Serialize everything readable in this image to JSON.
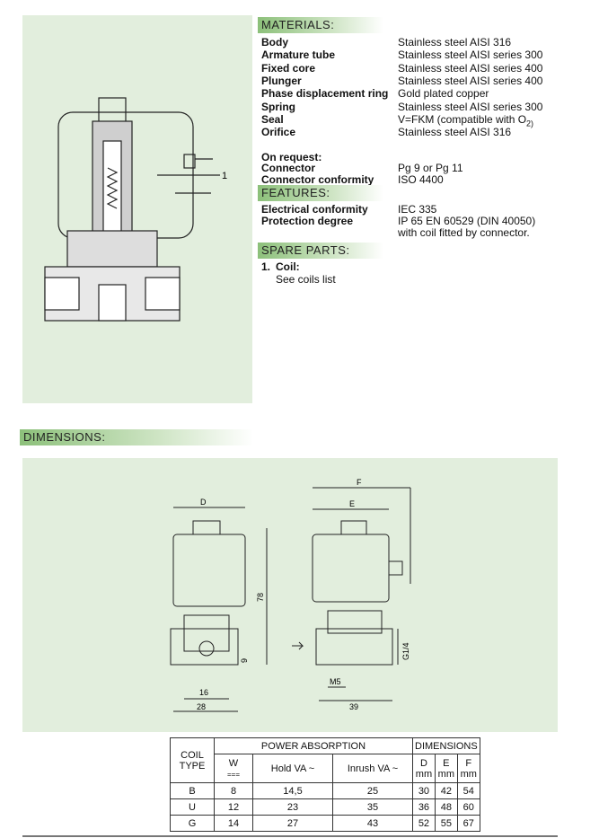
{
  "materials": {
    "title": "MATERIALS:",
    "rows": [
      {
        "k": "Body",
        "v": "Stainless steel AISI 316"
      },
      {
        "k": "Armature tube",
        "v": "Stainless steel AISI series 300"
      },
      {
        "k": "Fixed core",
        "v": "Stainless steel AISI series 400"
      },
      {
        "k": "Plunger",
        "v": "Stainless steel AISI series 400"
      },
      {
        "k": "Phase displacement ring",
        "v": "Gold plated copper"
      },
      {
        "k": "Spring",
        "v": "Stainless steel AISI series 300"
      },
      {
        "k": "Seal",
        "v": "V=FKM (compatible with O",
        "sub": "2)"
      },
      {
        "k": "Orifice",
        "v": "Stainless steel AISI 316"
      }
    ]
  },
  "on_request": {
    "title": "On request:",
    "rows": [
      {
        "k": "Connector",
        "v": "Pg 9 or Pg 11"
      },
      {
        "k": "Connector conformity",
        "v": "ISO 4400"
      }
    ]
  },
  "features": {
    "title": "FEATURES:",
    "rows": [
      {
        "k": "Electrical conformity",
        "v": "IEC 335"
      },
      {
        "k": "Protection degree",
        "v": "IP 65 EN 60529 (DIN 40050)",
        "v2": "with coil fitted by connector."
      }
    ]
  },
  "spare": {
    "title": "SPARE PARTS:",
    "item_num": "1.",
    "item": "Coil:",
    "item_sub": "See coils list"
  },
  "section_label": "1",
  "dimensions": {
    "title": "DIMENSIONS:",
    "labels": {
      "D": "D",
      "h78": "78",
      "h9": "9",
      "w16": "16",
      "w28": "28",
      "F": "F",
      "E": "E",
      "G": "G1/4",
      "M5": "M5",
      "w39": "39"
    }
  },
  "table": {
    "coil_type": "COIL TYPE",
    "power": "POWER ABSORPTION",
    "dims": "DIMENSIONS",
    "sub": [
      "W",
      "Hold VA ~",
      "Inrush VA ~",
      "D mm",
      "E mm",
      "F mm"
    ],
    "w_symbol": "===",
    "rows": [
      [
        "B",
        "8",
        "14,5",
        "25",
        "30",
        "42",
        "54"
      ],
      [
        "U",
        "12",
        "23",
        "35",
        "36",
        "48",
        "60"
      ],
      [
        "G",
        "14",
        "27",
        "43",
        "52",
        "55",
        "67"
      ]
    ]
  }
}
